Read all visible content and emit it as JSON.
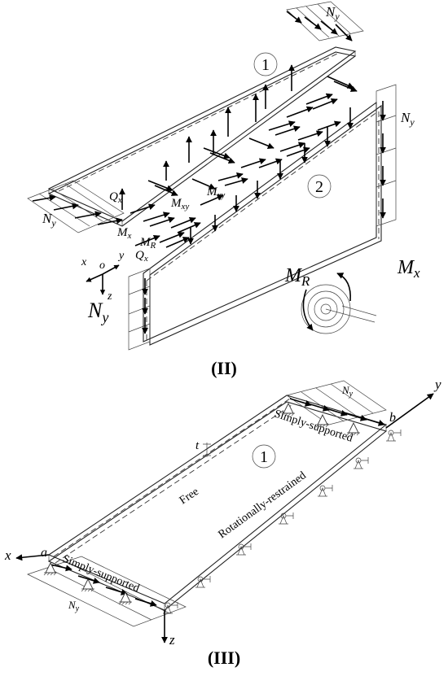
{
  "fig2": {
    "label": "(II)",
    "plate1_num": "1",
    "plate2_num": "2",
    "Ny": "N",
    "Ny_sub": "y",
    "Qx": "Q",
    "Qx_sub": "x",
    "Mx": "M",
    "Mx_sub": "x",
    "Mxy": "M",
    "Mxy_sub": "xy",
    "MR": "M",
    "MR_sub": "R",
    "axis_x": "x",
    "axis_y": "y",
    "axis_z": "z",
    "axis_o": "o"
  },
  "fig3": {
    "label": "(III)",
    "plate_num": "1",
    "Ny": "N",
    "Ny_sub": "y",
    "thickness": "t",
    "a": "a",
    "b": "b",
    "axis_x": "x",
    "axis_y": "y",
    "axis_z": "z",
    "edge_free": "Free",
    "edge_rot": "Rotationally-restrained",
    "edge_ss_top": "Simply-supported",
    "edge_ss_bottom": "Simply-supported"
  }
}
